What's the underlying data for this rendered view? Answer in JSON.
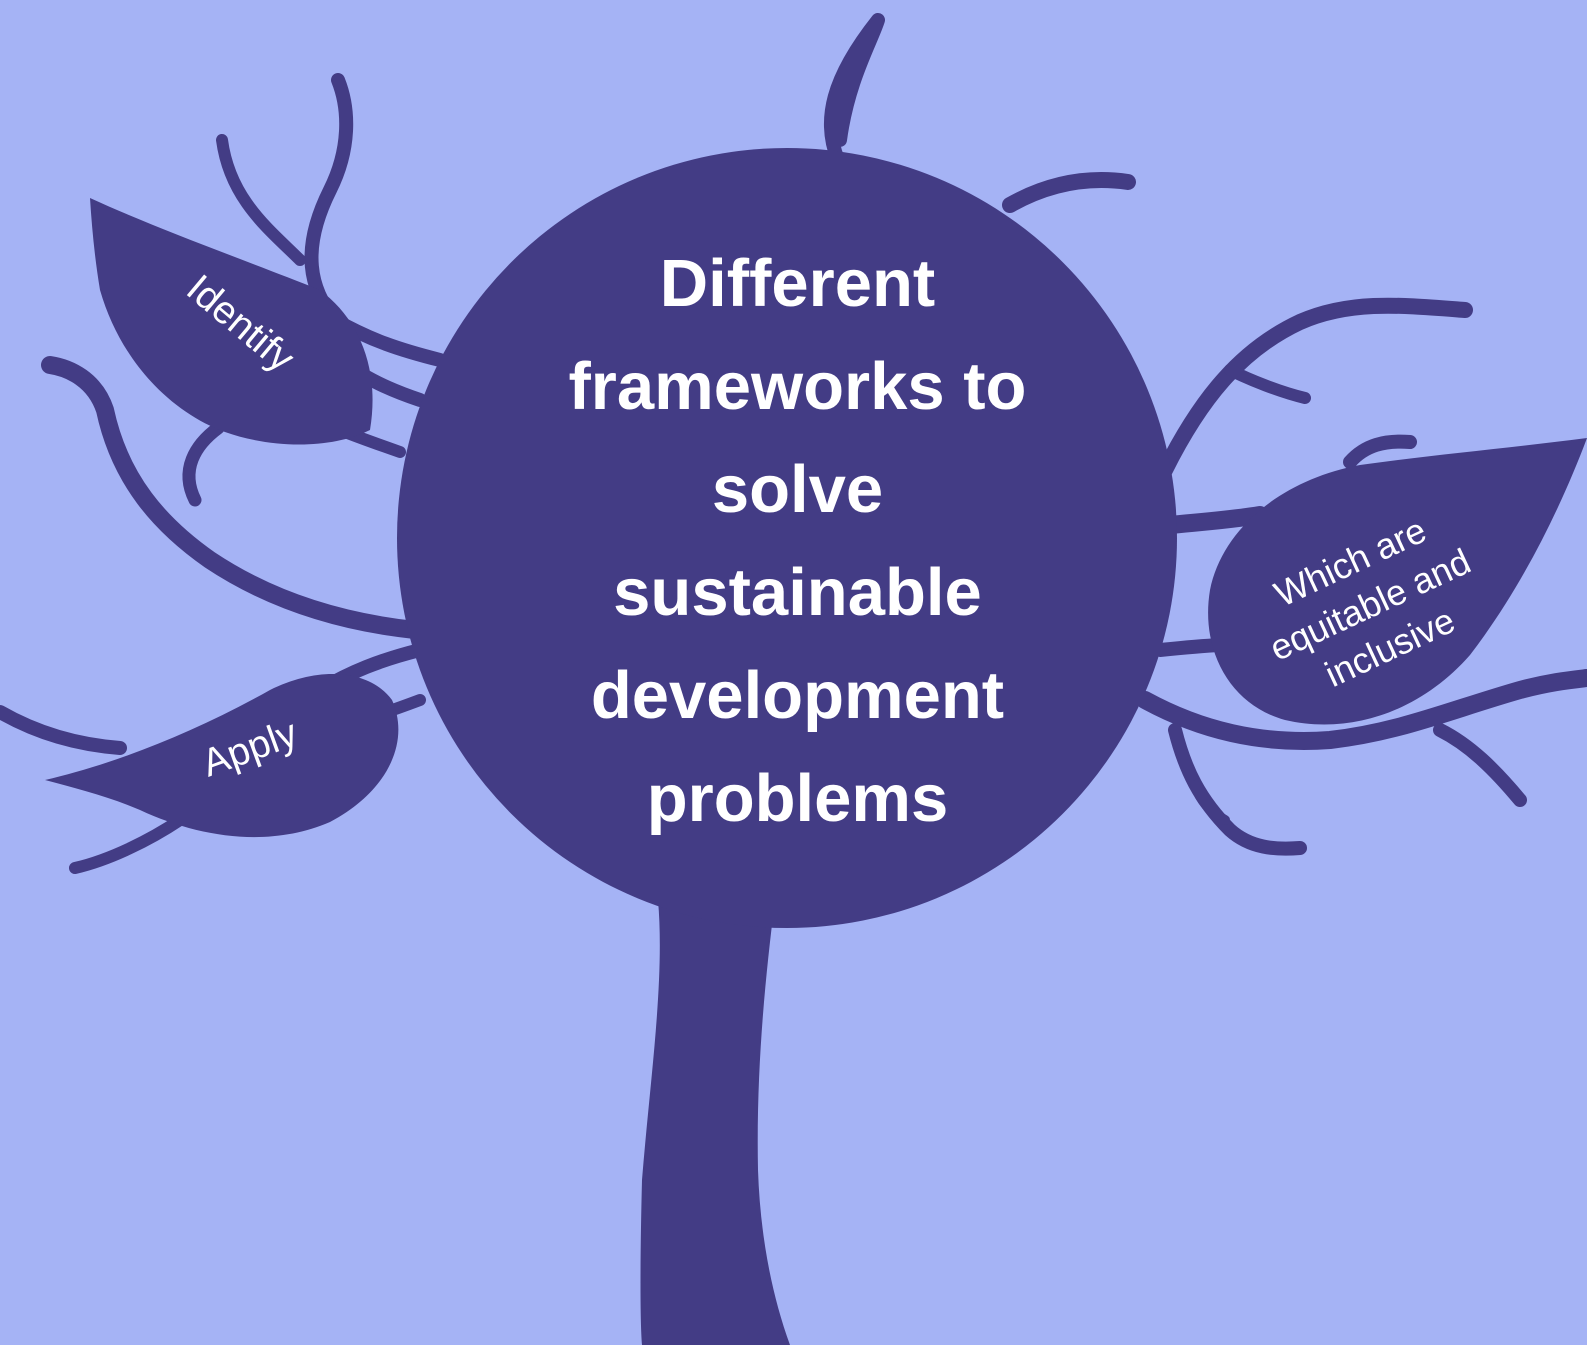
{
  "diagram": {
    "center_text": "Different\nframeworks to\nsolve\nsustainable\ndevelopment\nproblems",
    "leaves": [
      {
        "label": "Identify"
      },
      {
        "label": "Apply"
      },
      {
        "label": "Which are\nequitable and\ninclusive"
      }
    ]
  },
  "colors": {
    "background": "#a5b3f5",
    "tree": "#433c85",
    "text": "#ffffff"
  }
}
